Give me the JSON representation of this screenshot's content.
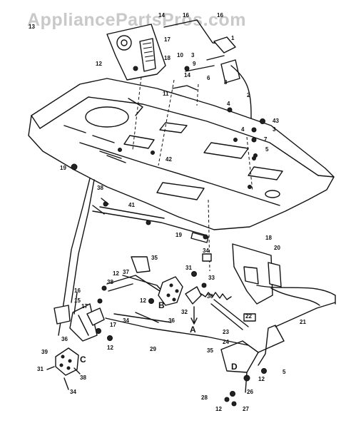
{
  "watermark": "AppliancePartsPros.com",
  "section_letters": {
    "A": "A",
    "B": "B",
    "C": "C",
    "D": "D"
  },
  "callouts": {
    "l1": "1",
    "l2": "2",
    "l3a": "3",
    "l3b": "3",
    "l4a": "4",
    "l4b": "4",
    "l5": "5",
    "l6": "6",
    "l7": "7",
    "l8": "8",
    "l9": "9",
    "l10": "10",
    "l11": "11",
    "l12a": "12",
    "l12b": "12",
    "l12c": "12",
    "l12d": "12",
    "l12e": "12",
    "l12f": "12",
    "l13": "13",
    "l14a": "14",
    "l14b": "14",
    "l15": "15",
    "l16a": "16",
    "l16b": "16",
    "l16c": "16",
    "l17a": "17",
    "l17b": "17",
    "l18a": "18",
    "l18b": "18",
    "l19a": "19",
    "l19b": "19",
    "l20": "20",
    "l21": "21",
    "l22": "22",
    "l23": "23",
    "l24": "24",
    "l26": "26",
    "l27": "27",
    "l28": "28",
    "l29": "29",
    "l30": "30",
    "l31a": "31",
    "l31b": "31",
    "l32": "32",
    "l33": "33",
    "l34a": "34",
    "l34b": "34",
    "l34c": "34",
    "l35a": "35",
    "l35b": "35",
    "l36a": "36",
    "l36b": "36",
    "l37": "37",
    "l38a": "38",
    "l38b": "38",
    "l39": "39",
    "l41": "41",
    "l42": "42",
    "l43": "43"
  }
}
